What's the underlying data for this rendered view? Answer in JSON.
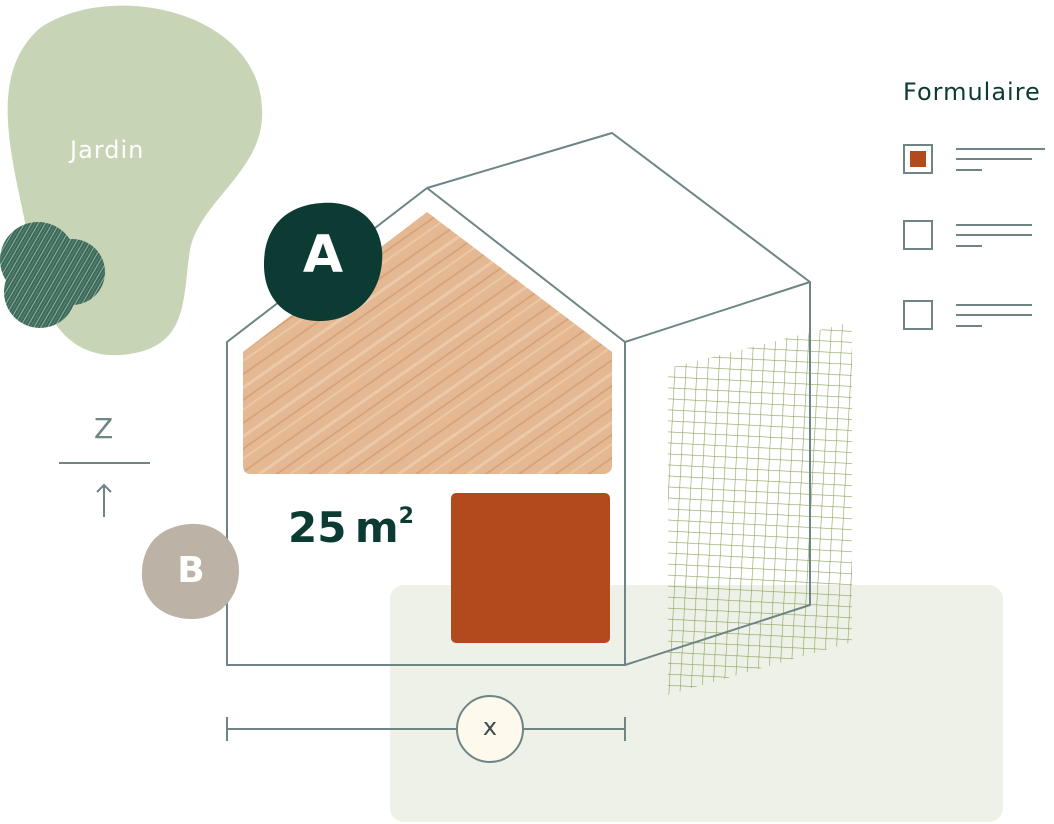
{
  "garden": {
    "label": "Jardin"
  },
  "form": {
    "title": "Formulaire",
    "options": [
      {
        "checked": true
      },
      {
        "checked": false
      },
      {
        "checked": false
      }
    ]
  },
  "house": {
    "area_value": "25",
    "area_unit": "m",
    "area_exponent": "2"
  },
  "badges": {
    "a": "A",
    "b": "B"
  },
  "axes": {
    "z": "Z",
    "x": "x"
  },
  "colors": {
    "dark_green": "#0c3b33",
    "rust": "#b34a1e",
    "wood": "#e4b892",
    "garden_green": "#c8d4b6",
    "taupe": "#bcb3a6",
    "outline": "#6e8485",
    "ground": "#eef1e7",
    "mesh_green": "#7d9b4a"
  }
}
